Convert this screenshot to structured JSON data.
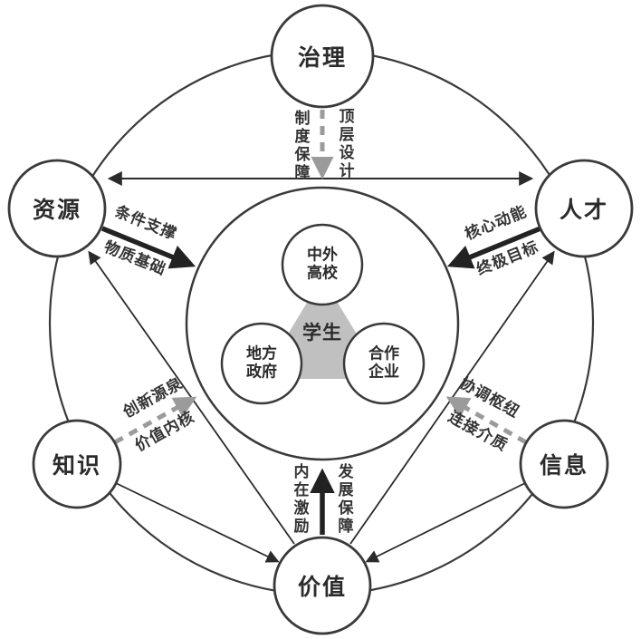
{
  "diagram": {
    "outer_nodes": {
      "governance": "治理",
      "resources": "资源",
      "talent": "人才",
      "knowledge": "知识",
      "information": "信息",
      "value": "价值"
    },
    "inner": {
      "student": "学生",
      "universities": "中外\n高校",
      "government": "地方\n政府",
      "enterprises": "合作\n企业"
    },
    "arrow_labels": {
      "governance_left": "制度保障",
      "governance_right": "顶层设计",
      "resources_top": "条件支撑",
      "resources_bottom": "物质基础",
      "talent_top": "核心动能",
      "talent_bottom": "终极目标",
      "knowledge_top": "创新源泉",
      "knowledge_bottom": "价值内核",
      "information_top": "协调枢纽",
      "information_bottom": "连接介质",
      "value_left": "内在激励",
      "value_right": "发展保障"
    },
    "colors": {
      "stroke": "#3a3a3a",
      "bold_arrow": "#222222",
      "dashed_arrow": "#9b9b9b",
      "triangle_fill": "#c0c0c0",
      "text": "#2b2b2b"
    }
  }
}
